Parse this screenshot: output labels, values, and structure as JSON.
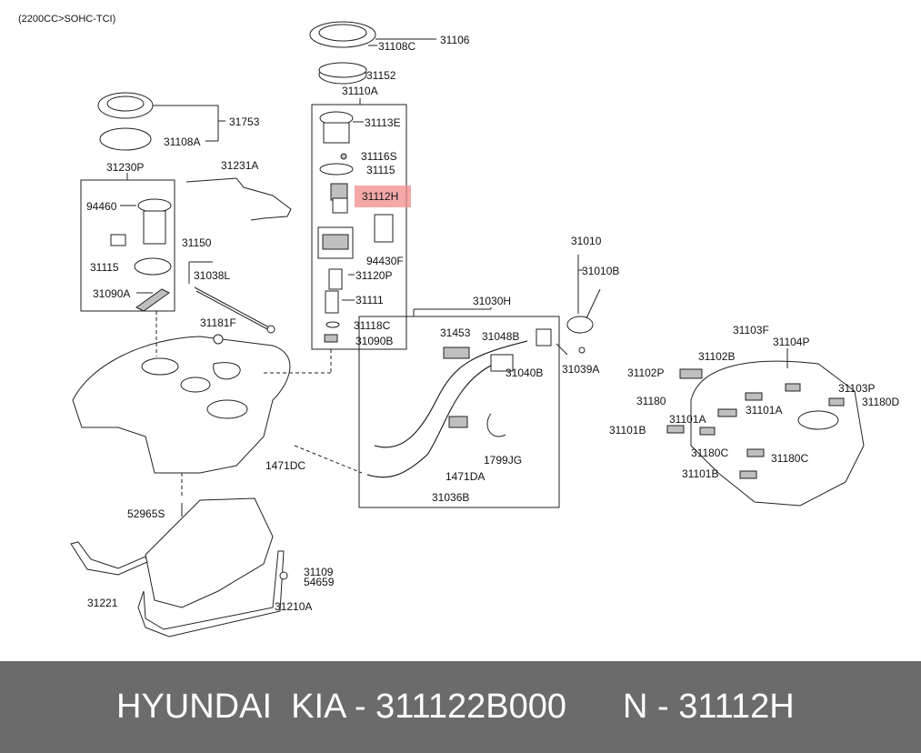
{
  "engine_note": "(2200CC>SOHC-TCI)",
  "labels": [
    {
      "id": "31106",
      "text": "31106"
    },
    {
      "id": "31108C",
      "text": "31108C"
    },
    {
      "id": "31152",
      "text": "31152"
    },
    {
      "id": "31110A",
      "text": "31110A"
    },
    {
      "id": "31113E",
      "text": "31113E"
    },
    {
      "id": "31116S",
      "text": "31116S"
    },
    {
      "id": "31115a",
      "text": "31115"
    },
    {
      "id": "31112H",
      "text": "31112H"
    },
    {
      "id": "94430F",
      "text": "94430F"
    },
    {
      "id": "31120P",
      "text": "31120P"
    },
    {
      "id": "31111",
      "text": "31111"
    },
    {
      "id": "31118C",
      "text": "31118C"
    },
    {
      "id": "31090B",
      "text": "31090B"
    },
    {
      "id": "31753",
      "text": "31753"
    },
    {
      "id": "31108A",
      "text": "31108A"
    },
    {
      "id": "31230P",
      "text": "31230P"
    },
    {
      "id": "31231A",
      "text": "31231A"
    },
    {
      "id": "94460",
      "text": "94460"
    },
    {
      "id": "31115b",
      "text": "31115"
    },
    {
      "id": "31090A",
      "text": "31090A"
    },
    {
      "id": "31150",
      "text": "31150"
    },
    {
      "id": "31038L",
      "text": "31038L"
    },
    {
      "id": "31181F",
      "text": "31181F"
    },
    {
      "id": "31010",
      "text": "31010"
    },
    {
      "id": "31010B",
      "text": "31010B"
    },
    {
      "id": "31030H",
      "text": "31030H"
    },
    {
      "id": "31453",
      "text": "31453"
    },
    {
      "id": "31048B",
      "text": "31048B"
    },
    {
      "id": "31040B",
      "text": "31040B"
    },
    {
      "id": "31039A",
      "text": "31039A"
    },
    {
      "id": "1799JG",
      "text": "1799JG"
    },
    {
      "id": "1471DA",
      "text": "1471DA"
    },
    {
      "id": "31036B",
      "text": "31036B"
    },
    {
      "id": "1471DC",
      "text": "1471DC"
    },
    {
      "id": "52965S",
      "text": "52965S"
    },
    {
      "id": "31109",
      "text": "31109"
    },
    {
      "id": "54659",
      "text": "54659"
    },
    {
      "id": "31221",
      "text": "31221"
    },
    {
      "id": "31210A",
      "text": "31210A"
    },
    {
      "id": "31103F",
      "text": "31103F"
    },
    {
      "id": "31104P",
      "text": "31104P"
    },
    {
      "id": "31102B",
      "text": "31102B"
    },
    {
      "id": "31102P",
      "text": "31102P"
    },
    {
      "id": "31103P",
      "text": "31103P"
    },
    {
      "id": "31180",
      "text": "31180"
    },
    {
      "id": "31180D",
      "text": "31180D"
    },
    {
      "id": "31101A_1",
      "text": "31101A"
    },
    {
      "id": "31101A_2",
      "text": "31101A"
    },
    {
      "id": "31101B_1",
      "text": "31101B"
    },
    {
      "id": "31180C_1",
      "text": "31180C"
    },
    {
      "id": "31180C_2",
      "text": "31180C"
    },
    {
      "id": "31101B_2",
      "text": "31101B"
    }
  ],
  "highlighted_part": "31112H",
  "highlight_color": "#f28b8b",
  "footer": {
    "left": "HYUNDAI  KIA - 311122B000",
    "right": "N - 31112H"
  }
}
